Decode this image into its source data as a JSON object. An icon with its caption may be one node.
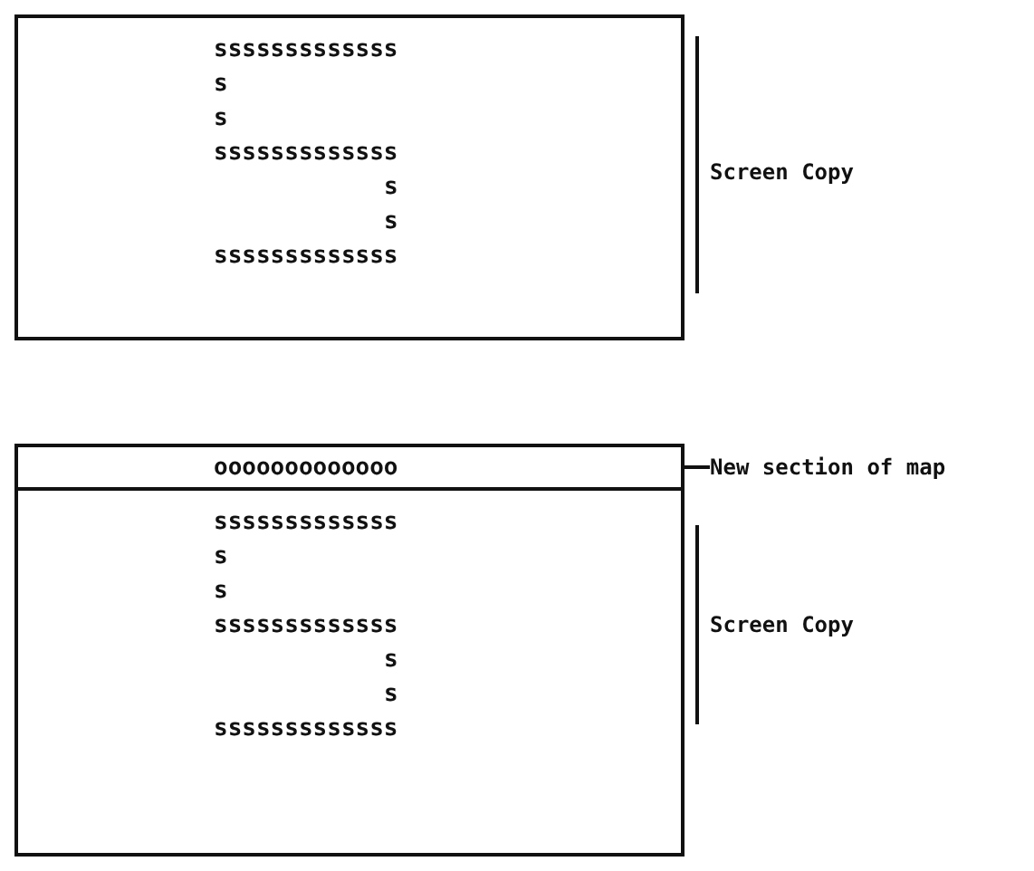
{
  "diagram": {
    "nodes": [
      {
        "text": [
          "sssssssssssss",
          "s",
          "s",
          "sssssssssssss",
          "s",
          "s",
          "sssssssssssss"
        ]
      },
      {
        "text": [
          "New section of map"
        ]
      },
      {
        "text": [
          "ooooooooooooo"
        ]
      },
      {
        "text": [
          "sssssssssssss",
          "s",
          "s",
          "sssssssssssss",
          "s",
          "s",
          "sssssssssssss"
        ]
      }
    ],
    "edges": [
      {
        "from": 1,
        "to": 2,
        "arrow": "none"
      }
    ],
    "labels": [
      "Screen Copy",
      "Screen Copy"
    ]
  }
}
